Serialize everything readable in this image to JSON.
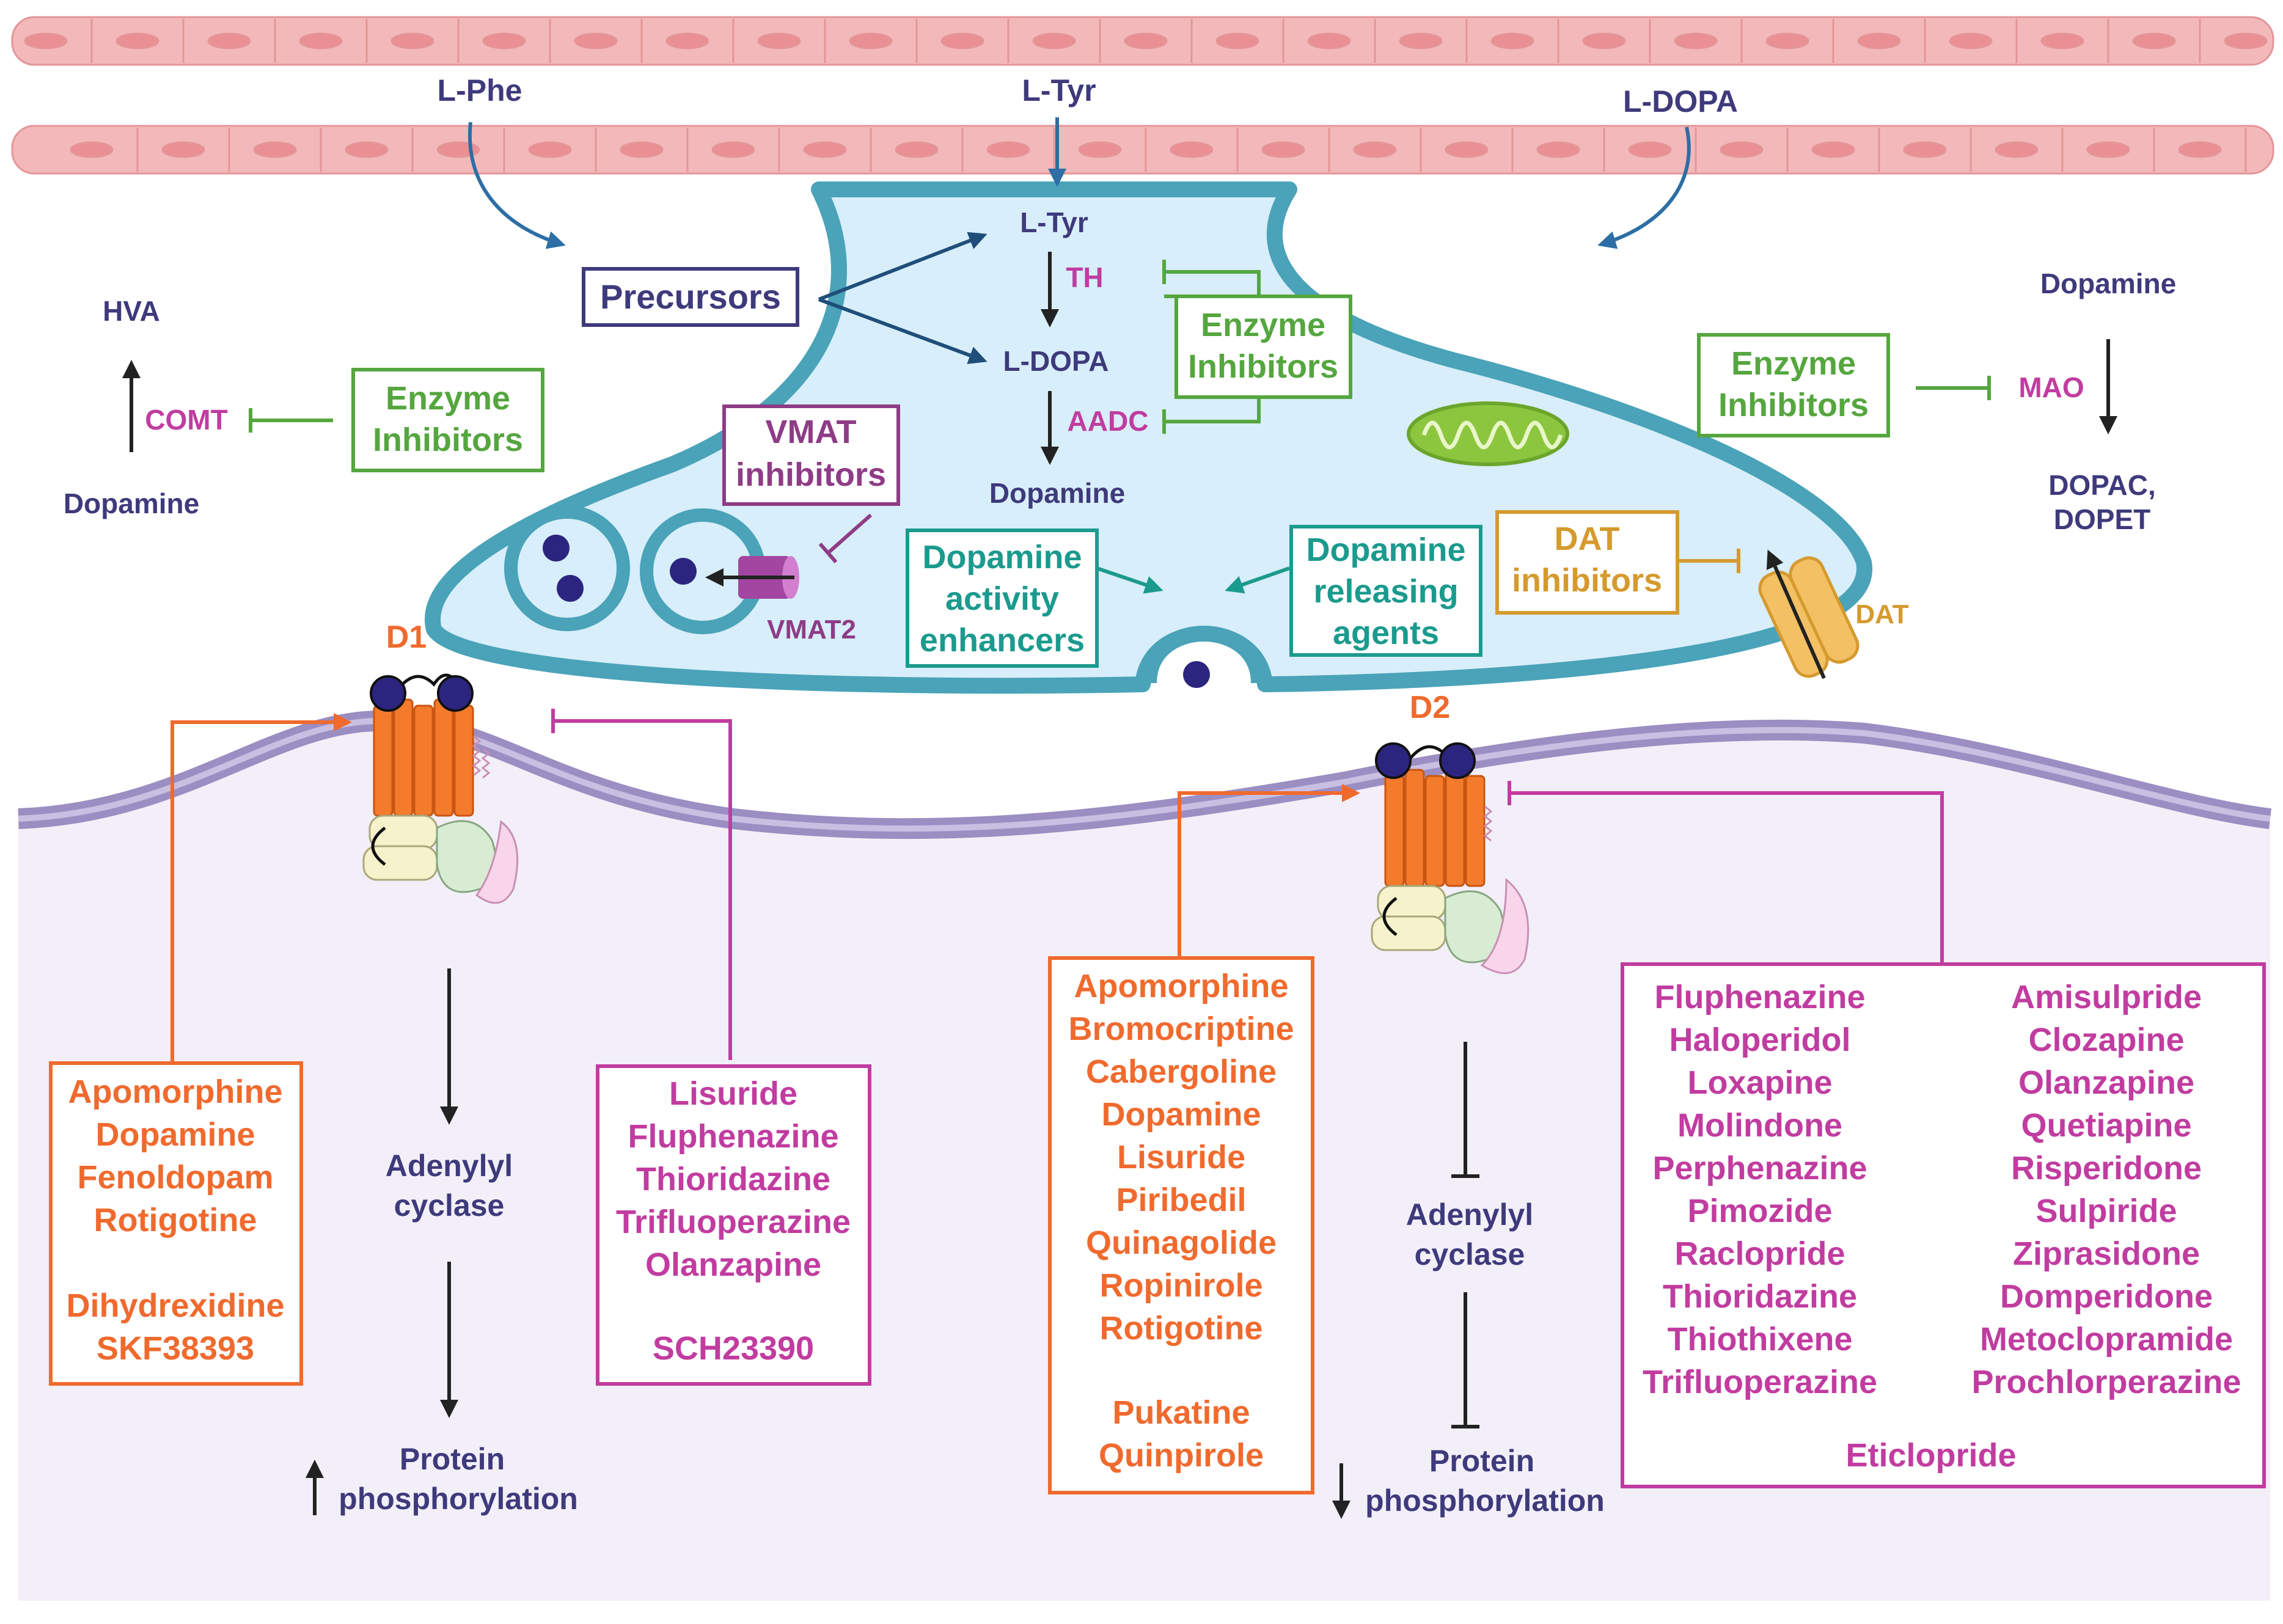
{
  "colors": {
    "navy": "#3e3a7c",
    "green": "#55a63f",
    "magenta": "#c13ca0",
    "purple": "#8e3c86",
    "teal": "#1b9a8e",
    "orange": "#f06a2e",
    "gold": "#d59a2e",
    "blue": "#2c6ea5",
    "terminal_fill": "#d8eefa",
    "terminal_wall": "#4aa3b8",
    "post_fill": "#f2eff8",
    "membrane": "#9b8ec2",
    "vessel": "#f3b9ba",
    "vessel_cell": "#ea8f93"
  },
  "vessel": {
    "inputs": {
      "phe": "L-Phe",
      "tyr": "L-Tyr",
      "dopa": "L-DOPA"
    }
  },
  "synthesis": {
    "precursors": "Precursors",
    "tyr": "L-Tyr",
    "th": "TH",
    "dopa": "L-DOPA",
    "aadc": "AADC",
    "dopamine": "Dopamine",
    "inhibitors_line1": "Enzyme",
    "inhibitors_line2": "Inhibitors"
  },
  "comt_pathway": {
    "hva": "HVA",
    "enzyme": "COMT",
    "substrate": "Dopamine",
    "inhibitors_line1": "Enzyme",
    "inhibitors_line2": "Inhibitors"
  },
  "mao_pathway": {
    "substrate": "Dopamine",
    "enzyme": "MAO",
    "product_line1": "DOPAC,",
    "product_line2": "DOPET",
    "inhibitors_line1": "Enzyme",
    "inhibitors_line2": "Inhibitors"
  },
  "vmat": {
    "box_line1": "VMAT",
    "box_line2": "inhibitors",
    "label": "VMAT2"
  },
  "enhancers": {
    "line1": "Dopamine",
    "line2": "activity",
    "line3": "enhancers"
  },
  "releasers": {
    "line1": "Dopamine",
    "line2": "releasing",
    "line3": "agents"
  },
  "dat": {
    "box_line1": "DAT",
    "box_line2": "inhibitors",
    "label": "DAT"
  },
  "d1": {
    "label": "D1",
    "agonists": [
      "Apomorphine",
      "Dopamine",
      "Fenoldopam",
      "Rotigotine"
    ],
    "agonists_extra": [
      "Dihydrexidine",
      "SKF38393"
    ],
    "antagonists": [
      "Lisuride",
      "Fluphenazine",
      "Thioridazine",
      "Trifluoperazine",
      "Olanzapine"
    ],
    "antagonists_extra": [
      "SCH23390"
    ],
    "cascade1_line1": "Adenylyl",
    "cascade1_line2": "cyclase",
    "cascade2_line1": "Protein",
    "cascade2_line2": "phosphorylation"
  },
  "d2": {
    "label": "D2",
    "agonists": [
      "Apomorphine",
      "Bromocriptine",
      "Cabergoline",
      "Dopamine",
      "Lisuride",
      "Piribedil",
      "Quinagolide",
      "Ropinirole",
      "Rotigotine"
    ],
    "agonists_extra": [
      "Pukatine",
      "Quinpirole"
    ],
    "antagonists_col1": [
      "Fluphenazine",
      "Haloperidol",
      "Loxapine",
      "Molindone",
      "Perphenazine",
      "Pimozide",
      "Raclopride",
      "Thioridazine",
      "Thiothixene",
      "Trifluoperazine"
    ],
    "antagonists_col2": [
      "Amisulpride",
      "Clozapine",
      "Olanzapine",
      "Quetiapine",
      "Risperidone",
      "Sulpiride",
      "Ziprasidone",
      "Domperidone",
      "Metoclopramide",
      "Prochlorperazine"
    ],
    "antagonists_extra": "Eticlopride",
    "cascade1_line1": "Adenylyl",
    "cascade1_line2": "cyclase",
    "cascade2_line1": "Protein",
    "cascade2_line2": "phosphorylation"
  }
}
